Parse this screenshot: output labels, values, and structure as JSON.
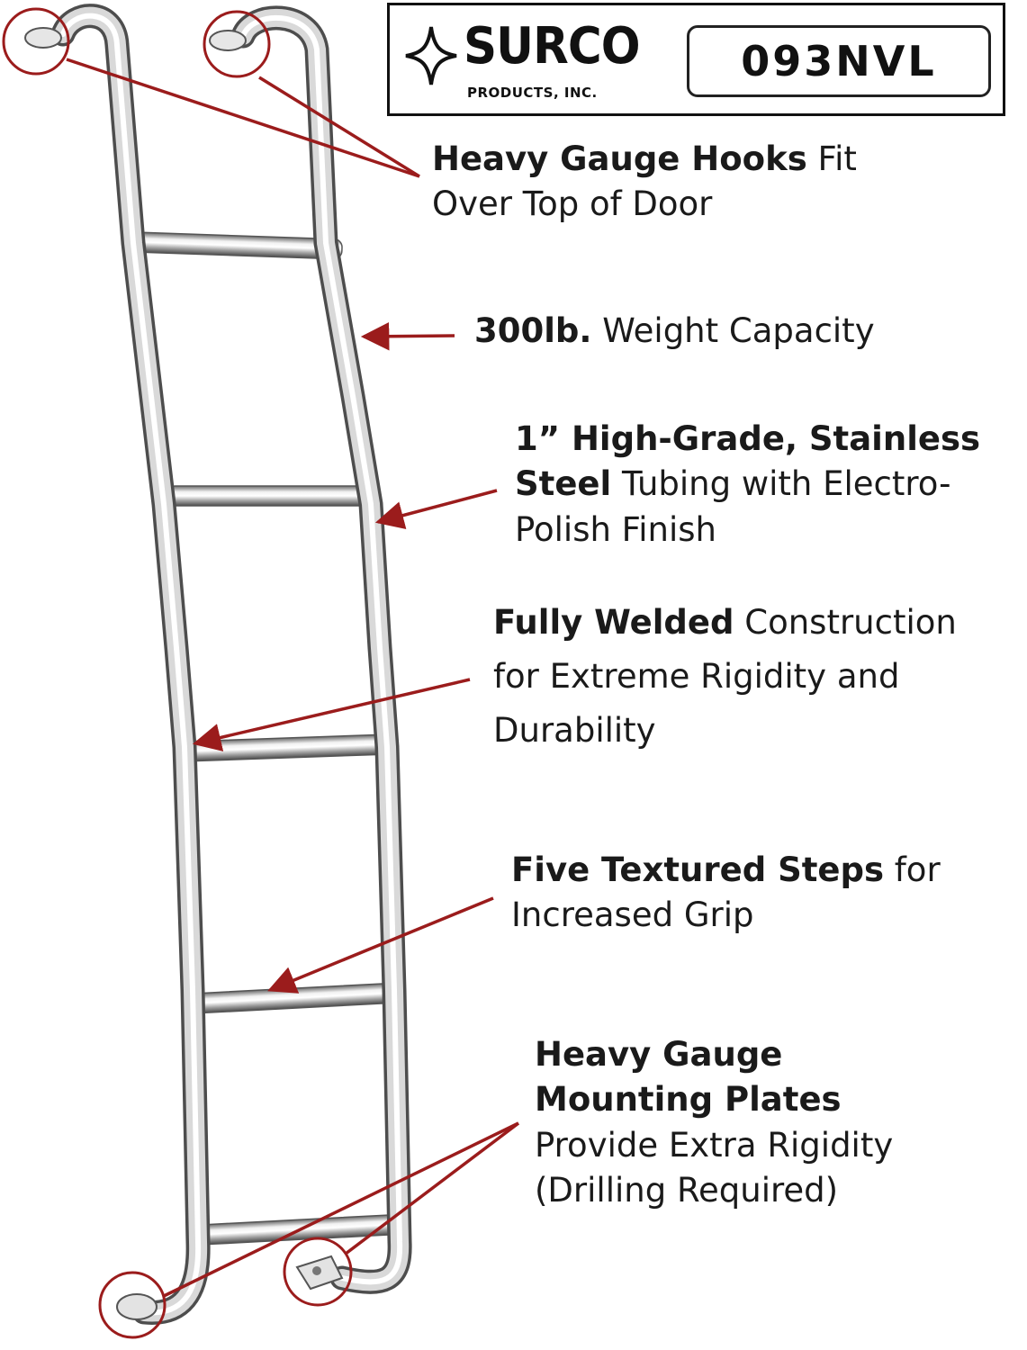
{
  "header": {
    "brand": "SURCO",
    "brand_sub": "PRODUCTS, INC.",
    "model": "093NVL"
  },
  "callouts": {
    "hooks": {
      "bold": "Heavy Gauge Hooks",
      "line1_rest": " Fit",
      "line2": "Over Top of Door"
    },
    "capacity": {
      "bold": "300lb.",
      "rest": " Weight Capacity"
    },
    "tubing": {
      "line1_bold": "1” High-Grade, Stainless",
      "line2_bold": "Steel",
      "line2_rest": " Tubing with Electro-",
      "line3": "Polish Finish"
    },
    "welded": {
      "bold": "Fully Welded",
      "line1_rest": " Construction",
      "line2": "for Extreme Rigidity and",
      "line3": "Durability"
    },
    "steps": {
      "bold": "Five Textured Steps",
      "line1_rest": " for",
      "line2": "Increased Grip"
    },
    "plates": {
      "line1_bold": "Heavy Gauge",
      "line2_bold": "Mounting Plates",
      "line3": "Provide Extra Rigidity",
      "line4": "(Drilling Required)"
    }
  },
  "colors": {
    "accent": "#9b1c1c",
    "steel_dark": "#6e6e6e",
    "steel_light": "#f4f4f4",
    "text": "#1a1a1a"
  }
}
